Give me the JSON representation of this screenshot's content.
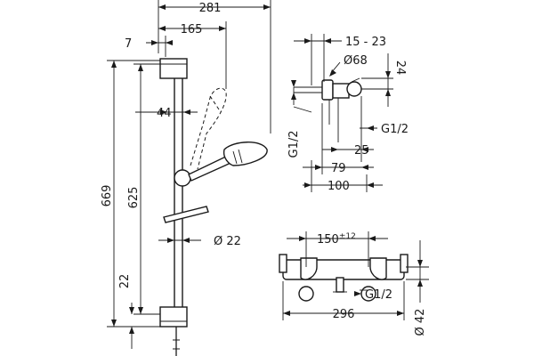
{
  "dimensions": {
    "shower_set": {
      "rail_total_width": "281",
      "holder_offset": "165",
      "top_bracket_offset": "7",
      "handshower_depth": "44",
      "rail_total_height": "669",
      "rail_pitch": "625",
      "bottom_bracket_height": "22",
      "rail_diameter": "Ø 22"
    },
    "connector": {
      "wall_depth": "15 - 23",
      "rosette_diameter": "Ø68",
      "height_offset": "24",
      "thread_right": "G1/2",
      "thread_left": "G1/2",
      "offset_25": "25",
      "offset_79": "79",
      "offset_100": "100"
    },
    "thermostat": {
      "center_distance": "150",
      "center_tolerance": "±12",
      "thread": "G1/2",
      "total_width": "296",
      "diameter": "Ø 42"
    }
  }
}
